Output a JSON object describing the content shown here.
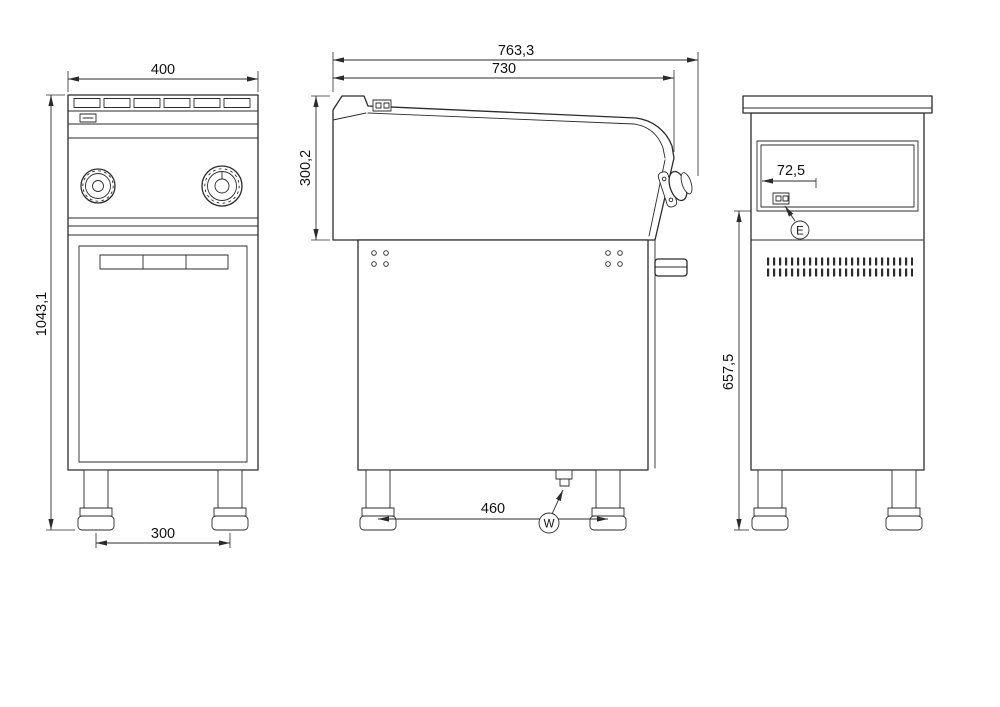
{
  "drawing": {
    "front": {
      "width": "400",
      "total_height": "1043,1",
      "leg_pitch": "300"
    },
    "side": {
      "depth_total": "763,3",
      "depth_body": "730",
      "top_height": "300,2",
      "leg_pitch": "460",
      "water_label": "W"
    },
    "rear": {
      "panel_offset": "72,5",
      "base_height": "657,5",
      "electric_label": "E"
    }
  }
}
